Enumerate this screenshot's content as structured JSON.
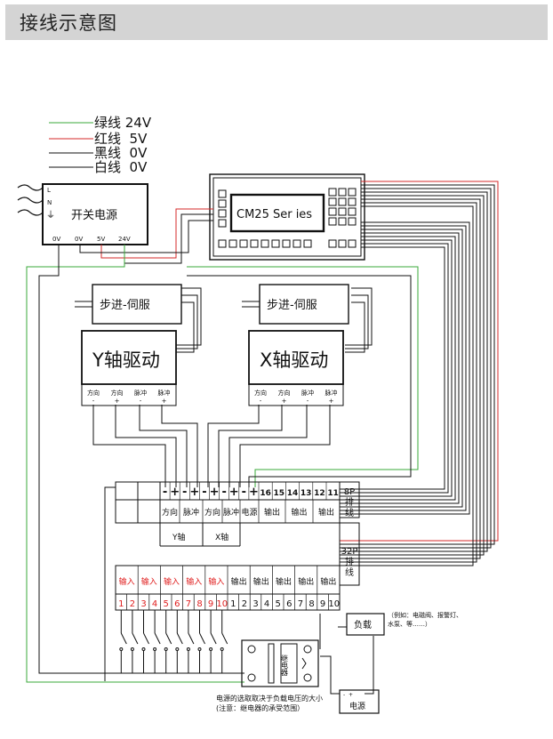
{
  "page": {
    "title": "接线示意图"
  },
  "legend": [
    {
      "label": "绿线 24V",
      "color": "#3aa83a"
    },
    {
      "label": "红线  5V",
      "color": "#d42a2a"
    },
    {
      "label": "黑线  0V",
      "color": "#111111"
    },
    {
      "label": "白线  0V",
      "color": "#111111"
    }
  ],
  "power_supply": {
    "title": "开关电源",
    "inputs": [
      "L",
      "N",
      "⏚"
    ],
    "outputs": [
      "0V",
      "0V",
      "5V",
      "24V"
    ]
  },
  "controller": {
    "display": "CM25 Ser ies"
  },
  "drivers": [
    {
      "motor_label": "步进-伺服",
      "title": "Y轴驱动",
      "terminals": [
        "方向\n-",
        "方向\n+",
        "脉冲\n-",
        "脉冲\n+"
      ]
    },
    {
      "motor_label": "步进-伺服",
      "title": "X轴驱动",
      "terminals": [
        "方向\n-",
        "方向\n+",
        "脉冲\n-",
        "脉冲\n+"
      ]
    }
  ],
  "connector_8p": {
    "signs": [
      "-",
      "+",
      "-",
      "+",
      "-",
      "+",
      "-",
      "+",
      "-",
      "+",
      "16",
      "15",
      "14",
      "13",
      "12",
      "11"
    ],
    "func_labels": [
      "方向",
      "脉冲",
      "方向",
      "脉冲",
      "电源",
      "输出",
      "输出",
      "输出"
    ],
    "axis_labels": [
      "Y轴",
      "X轴"
    ],
    "tag": "8P\n排\n线"
  },
  "connector_32p": {
    "headers": [
      "输入",
      "输入",
      "输入",
      "输入",
      "输入",
      "输出",
      "输出",
      "输出",
      "输出",
      "输出"
    ],
    "inputs": [
      "1",
      "2",
      "3",
      "4",
      "5",
      "6",
      "7",
      "8",
      "9",
      "10"
    ],
    "outputs": [
      "1",
      "2",
      "3",
      "4",
      "5",
      "6",
      "7",
      "8",
      "9",
      "10"
    ],
    "tag": "32P\n排\n线"
  },
  "relay": {
    "label": "继电器"
  },
  "load": {
    "label": "负载",
    "note": "（例如：电磁阀、报警灯、\n水泵、等……）"
  },
  "source": {
    "label": "电源"
  },
  "footnote": "电源的选取取决于负载电压的大小\n(注意：继电器的承受范围）",
  "colors": {
    "green": "#3aa83a",
    "red": "#d42a2a",
    "black": "#111111",
    "input_red": "#e02020",
    "header_bg": "#d4d4d4"
  }
}
